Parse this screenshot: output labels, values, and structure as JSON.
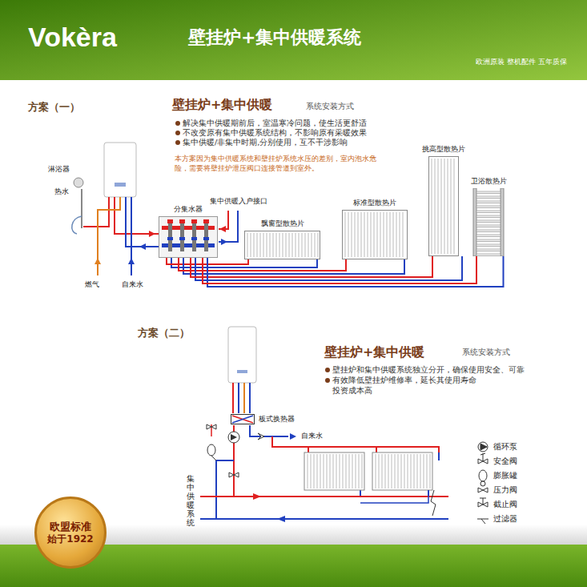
{
  "diagram": {
    "title": "壁挂炉+集中供暖系统",
    "nodes": [
      {
        "text": [
          "欧盟标准",
          "始于1922"
        ]
      },
      {
        "text": [
          "分集水器"
        ]
      },
      {
        "text": [
          "飘窗型散热片"
        ]
      },
      {
        "text": [
          "标准型散热片"
        ]
      },
      {
        "text": [
          "挑高型散热片"
        ]
      },
      {
        "text": [
          "卫浴散热片"
        ]
      },
      {
        "text": [
          "板式换热器"
        ]
      }
    ],
    "edges": [
      {
        "from": 1,
        "to": 2,
        "arrow": "none"
      },
      {
        "from": 1,
        "to": 3,
        "arrow": "none"
      },
      {
        "from": 1,
        "to": 4,
        "arrow": "none"
      },
      {
        "from": 1,
        "to": 5,
        "arrow": "none"
      }
    ],
    "labels": [
      "Vokèra",
      "欧洲原装 整机配件 五年质保",
      "方案（一）",
      "壁挂炉+集中供暖",
      "系统安装方式",
      "解决集中供暖期前后，室温寒冷问题，使生活更舒适",
      "不改变原有集中供暖系统结构，不影响原有采暖效果",
      "集中供暖/非集中时期,分别使用，互不干涉影响",
      "本方案因为集中供暖系统和壁挂炉系统水压的差别，室内泡水危险，需要将壁挂炉泄压阀口连接管道到室外。",
      "淋浴器",
      "热水",
      "集中供暖入户接口",
      "燃气",
      "自来水",
      "方案（二）",
      "壁挂炉+集中供暖",
      "系统安装方式",
      "壁挂炉和集中供暖系统独立分开，确保使用安全、可靠",
      "有效降低壁挂炉维修率，延长其使用寿命 投资成本高",
      "自来水",
      "集中供暖系统"
    ],
    "legend": [
      {
        "text": "循环泵"
      },
      {
        "text": "安全阀"
      },
      {
        "text": "膨胀罐"
      },
      {
        "text": "压力阀"
      },
      {
        "text": "截止阀"
      },
      {
        "text": "过滤器"
      }
    ]
  }
}
